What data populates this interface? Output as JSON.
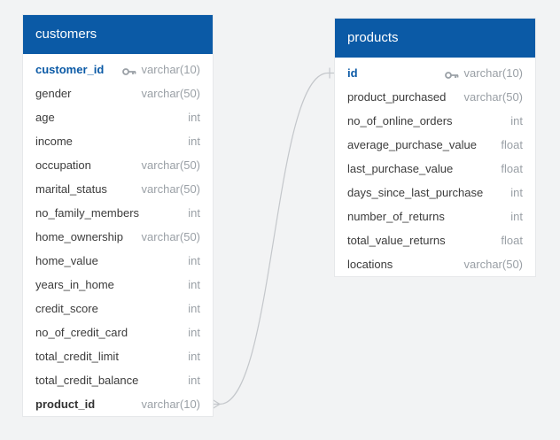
{
  "tables": [
    {
      "name": "customers",
      "fields": [
        {
          "name": "customer_id",
          "type": "varchar(10)",
          "pk": true
        },
        {
          "name": "gender",
          "type": "varchar(50)"
        },
        {
          "name": "age",
          "type": "int"
        },
        {
          "name": "income",
          "type": "int"
        },
        {
          "name": "occupation",
          "type": "varchar(50)"
        },
        {
          "name": "marital_status",
          "type": "varchar(50)"
        },
        {
          "name": "no_family_members",
          "type": "int"
        },
        {
          "name": "home_ownership",
          "type": "varchar(50)"
        },
        {
          "name": "home_value",
          "type": "int"
        },
        {
          "name": "years_in_home",
          "type": "int"
        },
        {
          "name": "credit_score",
          "type": "int"
        },
        {
          "name": "no_of_credit_card",
          "type": "int"
        },
        {
          "name": "total_credit_limit",
          "type": "int"
        },
        {
          "name": "total_credit_balance",
          "type": "int"
        },
        {
          "name": "product_id",
          "type": "varchar(10)",
          "fk": true
        }
      ]
    },
    {
      "name": "products",
      "fields": [
        {
          "name": "id",
          "type": "varchar(10)",
          "pk": true
        },
        {
          "name": "product_purchased",
          "type": "varchar(50)"
        },
        {
          "name": "no_of_online_orders",
          "type": "int"
        },
        {
          "name": "average_purchase_value",
          "type": "float"
        },
        {
          "name": "last_purchase_value",
          "type": "float"
        },
        {
          "name": "days_since_last_purchase",
          "type": "int"
        },
        {
          "name": "number_of_returns",
          "type": "int"
        },
        {
          "name": "total_value_returns",
          "type": "float"
        },
        {
          "name": "locations",
          "type": "varchar(50)"
        }
      ]
    }
  ],
  "relationships": [
    {
      "from": "customers.product_id",
      "to": "products.id",
      "from_end": "many",
      "to_end": "one"
    }
  ],
  "colors": {
    "header": "#0b5aa6",
    "background": "#f2f3f4",
    "connector": "#c4c7cb",
    "type_text": "#9aa0a6"
  }
}
